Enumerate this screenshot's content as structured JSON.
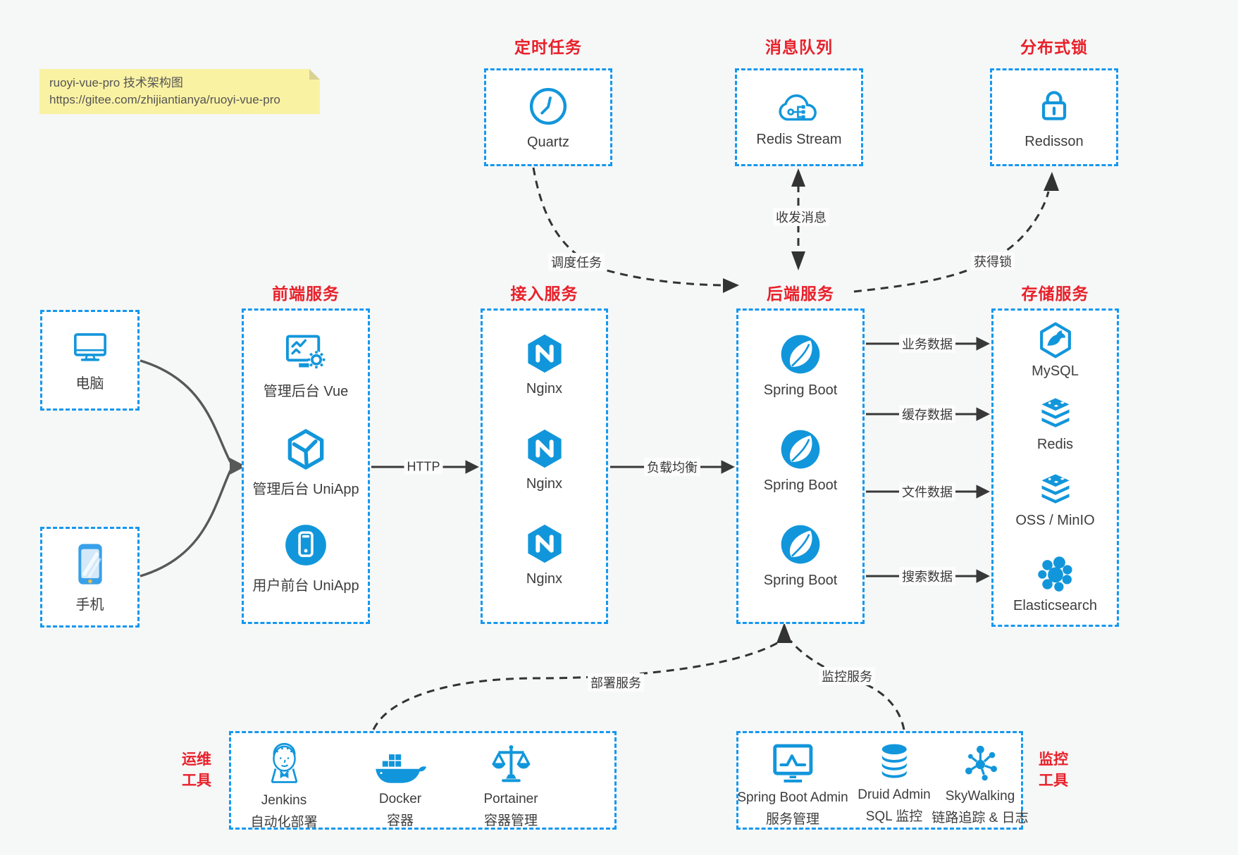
{
  "note": {
    "line1": "ruoyi-vue-pro 技术架构图",
    "line2": "https://gitee.com/zhijiantianya/ruoyi-vue-pro"
  },
  "top_services": [
    {
      "title": "定时任务",
      "item": {
        "icon": "clock-icon",
        "label": "Quartz"
      }
    },
    {
      "title": "消息队列",
      "item": {
        "icon": "cloud-mq-icon",
        "label": "Redis Stream"
      }
    },
    {
      "title": "分布式锁",
      "item": {
        "icon": "lock-icon",
        "label": "Redisson"
      }
    }
  ],
  "clients": [
    {
      "icon": "desktop-icon",
      "label": "电脑"
    },
    {
      "icon": "smartphone-icon",
      "label": "手机"
    }
  ],
  "frontend": {
    "title": "前端服务",
    "items": [
      {
        "icon": "admin-vue-icon",
        "label": "管理后台 Vue"
      },
      {
        "icon": "uniapp-cube-icon",
        "label": "管理后台 UniApp"
      },
      {
        "icon": "user-app-icon",
        "label": "用户前台 UniApp"
      }
    ]
  },
  "gateway": {
    "title": "接入服务",
    "items": [
      {
        "icon": "nginx-icon",
        "label": "Nginx"
      },
      {
        "icon": "nginx-icon",
        "label": "Nginx"
      },
      {
        "icon": "nginx-icon",
        "label": "Nginx"
      }
    ]
  },
  "backend": {
    "title": "后端服务",
    "items": [
      {
        "icon": "springboot-icon",
        "label": "Spring Boot"
      },
      {
        "icon": "springboot-icon",
        "label": "Spring Boot"
      },
      {
        "icon": "springboot-icon",
        "label": "Spring Boot"
      }
    ]
  },
  "storage": {
    "title": "存储服务",
    "items": [
      {
        "icon": "mysql-icon",
        "label": "MySQL"
      },
      {
        "icon": "redis-icon",
        "label": "Redis"
      },
      {
        "icon": "oss-icon",
        "label": "OSS / MinIO"
      },
      {
        "icon": "elasticsearch-icon",
        "label": "Elasticsearch"
      }
    ]
  },
  "ops": {
    "title_line1": "运维",
    "title_line2": "工具",
    "items": [
      {
        "icon": "jenkins-icon",
        "label": "Jenkins",
        "sublabel": "自动化部署"
      },
      {
        "icon": "docker-icon",
        "label": "Docker",
        "sublabel": "容器"
      },
      {
        "icon": "portainer-icon",
        "label": "Portainer",
        "sublabel": "容器管理"
      }
    ]
  },
  "monitoring": {
    "title_line1": "监控",
    "title_line2": "工具",
    "items": [
      {
        "icon": "sba-icon",
        "label": "Spring Boot Admin",
        "sublabel": "服务管理"
      },
      {
        "icon": "druid-icon",
        "label": "Druid Admin",
        "sublabel": "SQL 监控"
      },
      {
        "icon": "skywalking-icon",
        "label": "SkyWalking",
        "sublabel": "链路追踪 & 日志"
      }
    ]
  },
  "edges": {
    "http": "HTTP",
    "load_balance": "负载均衡",
    "business_data": "业务数据",
    "cache_data": "缓存数据",
    "file_data": "文件数据",
    "search_data": "搜索数据",
    "schedule_task": "调度任务",
    "send_receive_message": "收发消息",
    "acquire_lock": "获得锁",
    "deploy_service": "部署服务",
    "monitor_service": "监控服务"
  },
  "colors": {
    "accent_blue": "#1296db",
    "border_blue": "#1598ef",
    "title_red": "#e8202a",
    "note_bg": "#faf2a3",
    "arrow_dark": "#383838",
    "arrow_gray": "#585858"
  }
}
